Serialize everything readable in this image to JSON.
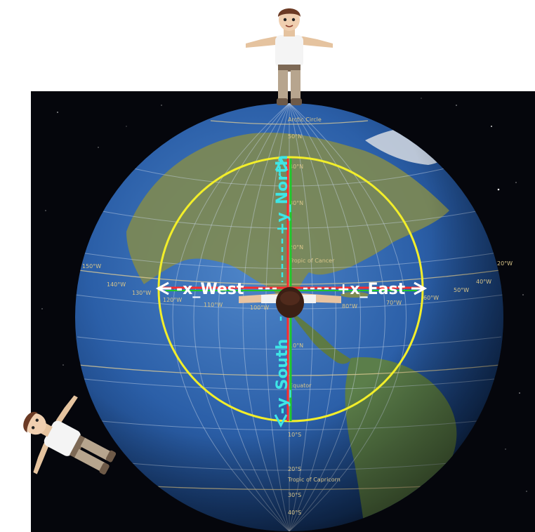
{
  "axes": {
    "west_label": "-x_West",
    "east_label": "+x_East",
    "north_label": "+y_North",
    "south_label": "-y_South",
    "horizontal_color": "#ff2b2b",
    "horizontal_inner_color": "#21c62a",
    "vertical_color": "#21c62a",
    "horizontal_text_color": "#ffffff",
    "vertical_text_color": "#3ee6e6"
  },
  "circle": {
    "color": "#f2ee2a"
  },
  "latitude_labels": {
    "arctic": "Arctic Circle",
    "lat50n": "50°N",
    "lat40n": "40°N",
    "lat30n": "30°N",
    "lat20n": "20°N",
    "cancer": "Tropic of Cancer",
    "lat10n": "10°N",
    "equator": "Equator",
    "lat10s": "10°S",
    "lat20s": "20°S",
    "capricorn": "Tropic of Capricorn",
    "lat30s": "30°S",
    "lat40s": "40°S"
  },
  "longitude_labels": {
    "lon150w": "150°W",
    "lon140w": "140°W",
    "lon130w": "130°W",
    "lon120w": "120°W",
    "lon110w": "110°W",
    "lon100w": "100°W",
    "lon80w": "80°W",
    "lon70w": "70°W",
    "lon60w": "60°W",
    "lon50w": "50°W",
    "lon40w": "40°W",
    "lon20w": "20°W"
  },
  "colors": {
    "space": "#05060c",
    "ocean": "#2b5fa8",
    "land": "#7a8a4a",
    "grid": "#c9d6e8"
  }
}
